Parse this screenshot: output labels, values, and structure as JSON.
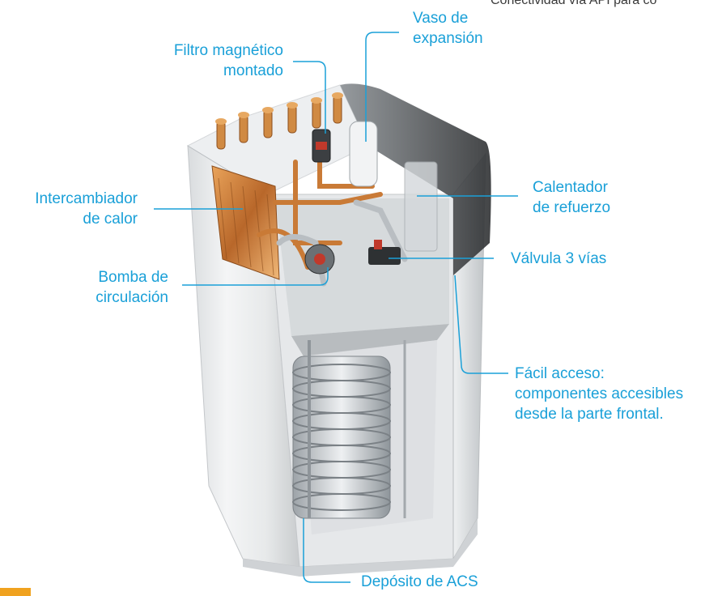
{
  "header_note": "Conectividad vía API para co",
  "labels": {
    "vaso": {
      "line1": "Vaso de",
      "line2": "expansión"
    },
    "filtro": {
      "line1": "Filtro magnético",
      "line2": "montado"
    },
    "intercambiador": {
      "line1": "Intercambiador",
      "line2": "de calor"
    },
    "calentador": {
      "line1": "Calentador",
      "line2": "de refuerzo"
    },
    "valvula": {
      "line1": "Válvula 3 vías"
    },
    "bomba": {
      "line1": "Bomba de",
      "line2": "circulación"
    },
    "facil": {
      "line1": "Fácil acceso:",
      "line2": "componentes accesibles",
      "line3": "desde la parte frontal."
    },
    "deposito": {
      "line1": "Depósito de ACS"
    }
  },
  "colors": {
    "label": "#1aa0d8",
    "leader": "#1aa0d8",
    "accent": "#f0a21f"
  }
}
